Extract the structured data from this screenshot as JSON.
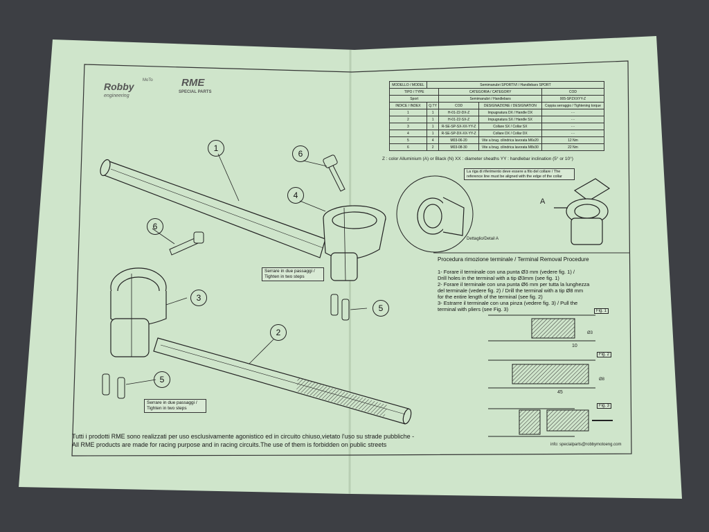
{
  "brand": {
    "robby_logo": "Robby",
    "robby_sub": "engineering",
    "moto_tag": "MoTo",
    "rme_logo": "RME",
    "rme_sub": "SPECIAL PARTS"
  },
  "spec_table": {
    "model_label": "MODELLO / MODEL",
    "model_value": "Semimanubri SPORTIVI / Handlebars SPORT",
    "type_label": "TIPO / TYPE",
    "category_label": "CATEGORIA / CATEGORY",
    "cod_label": "COD",
    "type_value": "Sport",
    "category_value": "Semimanubri / Handlebars",
    "cod_value": "005-SPZXXYY-Z",
    "columns": [
      "INDICE / INDEX",
      "Q.TY",
      "COD",
      "DESIGNAZIONE / DESIGNATION",
      "Coppia serraggio / Tightening torque"
    ],
    "rows": [
      [
        "1",
        "1",
        "H-01-22-DX-Z",
        "Impugnatura DX / Handle DX",
        "- -"
      ],
      [
        "2",
        "1",
        "H-01-22-SX-Z",
        "Impugnatura SX / Handle SX",
        "- -"
      ],
      [
        "3",
        "1",
        "R-SE-SP-SX-XX-YY-Z",
        "Collare SX / Collar SX",
        "- -"
      ],
      [
        "4",
        "1",
        "R-SE-SP-DX-XX-YY-Z",
        "Collare DX / Collar DX",
        "- -"
      ],
      [
        "5",
        "4",
        "M03-06-20",
        "Vite a brug. cilindrica lavorata M6x20",
        "12 Nm"
      ],
      [
        "6",
        "2",
        "M03-08-30",
        "Vite a brug. cilindrica lavorata M8x30",
        "22 Nm"
      ]
    ],
    "legend": "Z : color Alluminium (A) or Black (N)     XX : diameter sheaths     YY : handlebar inclination (5° or 10°)"
  },
  "diagram": {
    "callouts": [
      "1",
      "2",
      "3",
      "4",
      "5",
      "5",
      "6",
      "6"
    ],
    "tighten_note_1": "Serrare in due passaggi / Tighten in two steps",
    "tighten_note_2": "Serrare in due passaggi / Tighten in two steps",
    "reference_note": "La riga di riferimento deve essere a filo del collare / The reference line must be aligned with the edge of the collar",
    "detail_label": "Dettaglio/Detail A",
    "detail_letter": "A"
  },
  "procedure": {
    "title": "Procedura rimozione terminale / Terminal Removal Procedure",
    "steps": [
      "1- Forare il terminale con una punta Ø3 mm (vedere fig. 1) /",
      "    Drill holes in the terminal with a tip Ø3mm (see fig. 1)",
      "2- Forare il terminale con una punta Ø6 mm per tutta la lunghezza",
      "    del terminale (vedere fig. 2) / Drill the terminal with a tip Ø8 mm",
      "    for the entire length of the terminal (see fig. 2)",
      "3- Estrarre il terminale con una pinza (vedere fig. 3) / Pull the",
      "    terminal with pliers (see Fig. 3)"
    ],
    "fig1": "Fig. 1",
    "fig2": "Fig. 2",
    "fig3": "Fig. 3",
    "dim_10": "10",
    "dim_45": "45",
    "dim_d3": "Ø3",
    "dim_d8": "Ø8"
  },
  "footer": {
    "line1": "Tutti i prodotti RME sono realizzati per uso esclusivamente agonistico ed in circuito chiuso,vietato l'uso su strade pubbliche -",
    "line2": "All RME products are made for racing purpose and in racing circuits.The use of them is forbidden on public streets",
    "email": "info: specialparts@robbymotoeng.com"
  },
  "colors": {
    "paper": "#cfe5cb",
    "background": "#3d3f44",
    "ink": "#222222"
  }
}
